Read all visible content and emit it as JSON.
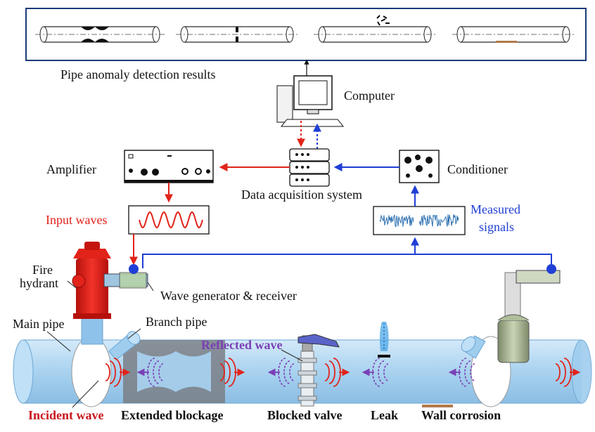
{
  "labels": {
    "results": "Pipe anomaly detection results",
    "computer": "Computer",
    "amplifier": "Amplifier",
    "daq": "Data acquisition system",
    "conditioner": "Conditioner",
    "input_waves": "Input waves",
    "measured_line1": "Measured",
    "measured_line2": "signals",
    "fire_line1": "Fire",
    "fire_line2": "hydrant",
    "wave_gen": "Wave generator & receiver",
    "main_pipe": "Main pipe",
    "branch_pipe": "Branch pipe",
    "reflected_wave": "Reflected wave",
    "incident_wave": "Incident wave",
    "extended_blockage": "Extended blockage",
    "blocked_valve": "Blocked valve",
    "leak": "Leak",
    "wall_corrosion": "Wall corrosion"
  },
  "colors": {
    "red": "#e2231a",
    "blue": "#1f3fd6",
    "purple": "#7a3fb5",
    "pipe": "#a9d3f2",
    "panel_border": "#1b3a78",
    "corrosion": "#b07a4a"
  },
  "anomalies": [
    "extended blockage",
    "blocked valve",
    "leak",
    "wall corrosion"
  ]
}
